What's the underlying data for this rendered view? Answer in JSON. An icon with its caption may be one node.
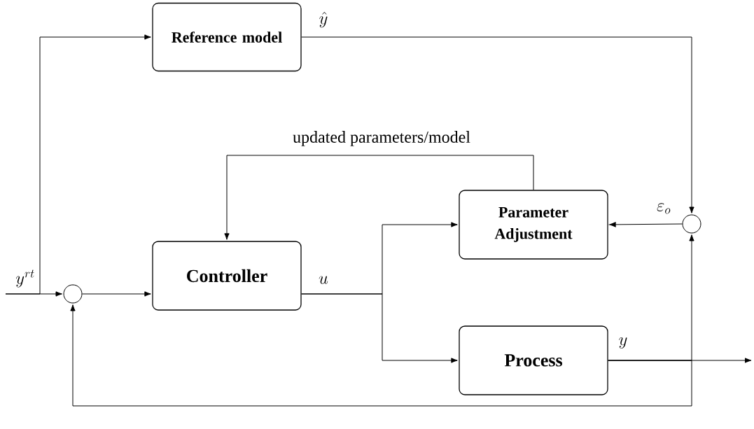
{
  "diagram": {
    "nodes": [
      {
        "text": [
          "Reference model"
        ]
      },
      {
        "text": [
          "Parameter Adjustment"
        ]
      },
      {
        "text": [
          "Controller"
        ]
      },
      {
        "text": [
          "Process"
        ]
      },
      {
        "text": [],
        "shape": "circle"
      },
      {
        "text": [],
        "shape": "circle"
      }
    ],
    "edges": [
      {
        "from": null,
        "to": 4,
        "arrow": "to",
        "label": "y^{rt}"
      },
      {
        "from": null,
        "to": 0,
        "arrow": "to"
      },
      {
        "from": 4,
        "to": 2,
        "arrow": "to"
      },
      {
        "from": 2,
        "to": 1,
        "arrow": "to",
        "label": "u"
      },
      {
        "from": 2,
        "to": 3,
        "arrow": "to"
      },
      {
        "from": 0,
        "to": 5,
        "arrow": "to",
        "label": "\\hat{y}"
      },
      {
        "from": 5,
        "to": 1,
        "arrow": "to",
        "label": "\\varepsilon_o"
      },
      {
        "from": 1,
        "to": 2,
        "arrow": "to",
        "label": "updated parameters/model"
      },
      {
        "from": 3,
        "to": null,
        "arrow": "to",
        "label": "y"
      },
      {
        "from": 3,
        "to": 5,
        "arrow": "to"
      },
      {
        "from": 3,
        "to": 4,
        "arrow": "to"
      }
    ]
  }
}
